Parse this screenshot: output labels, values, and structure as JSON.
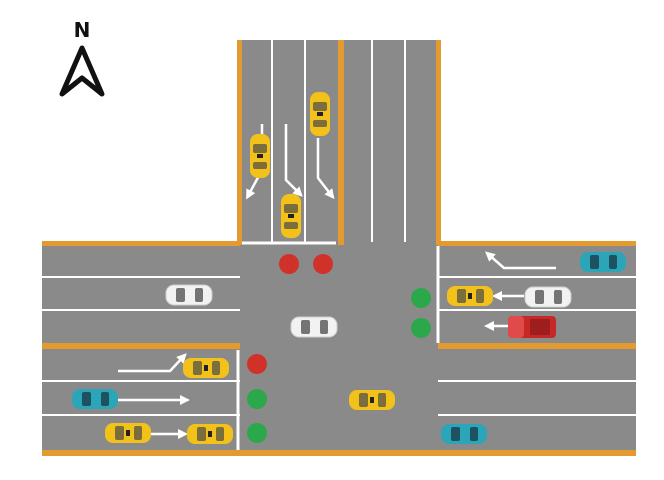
{
  "compass": {
    "label": "N"
  },
  "colors": {
    "road": "#8a8a8a",
    "curb": "#e39a2e",
    "lane_line": "#ffffff",
    "signal_red": "#d0322a",
    "signal_green": "#2aa84a",
    "taxi": "#f2c21b",
    "white_car": "#f2f2f2",
    "teal_car": "#2aa6b8",
    "red_truck": "#c62828"
  },
  "signals": {
    "north_approach": [
      "red",
      "red"
    ],
    "east_approach": [
      "green",
      "green"
    ],
    "west_approach": [
      "red",
      "green",
      "green"
    ]
  }
}
